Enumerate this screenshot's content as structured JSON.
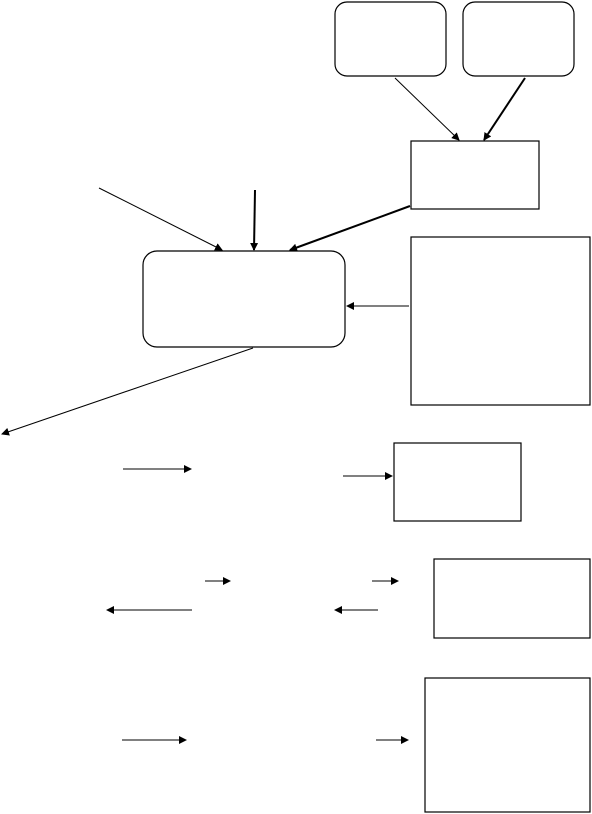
{
  "diagram": {
    "stroke_color": "#000000",
    "background_color": "#ffffff",
    "boxes": [
      {
        "id": "top-left-source-box",
        "shape": "rounded"
      },
      {
        "id": "top-right-source-box",
        "shape": "rounded"
      },
      {
        "id": "merge-box",
        "shape": "rectangle"
      },
      {
        "id": "central-process-box",
        "shape": "rounded"
      },
      {
        "id": "tall-right-box",
        "shape": "rectangle"
      },
      {
        "id": "step-box-1",
        "shape": "rectangle"
      },
      {
        "id": "step-box-2",
        "shape": "rectangle"
      },
      {
        "id": "step-box-3",
        "shape": "rectangle"
      }
    ],
    "arrows": [
      {
        "id": "arrow-top-left-to-merge",
        "from": "top-left-source-box",
        "to": "merge-box"
      },
      {
        "id": "arrow-top-right-to-merge",
        "from": "top-right-source-box",
        "to": "merge-box"
      },
      {
        "id": "arrow-merge-to-central",
        "from": "merge-box",
        "to": "central-process-box"
      },
      {
        "id": "arrow-diagonal-input-to-central",
        "from": "",
        "to": "central-process-box"
      },
      {
        "id": "arrow-vertical-input-to-central",
        "from": "",
        "to": "central-process-box"
      },
      {
        "id": "arrow-tall-box-to-central",
        "from": "tall-right-box",
        "to": "central-process-box"
      },
      {
        "id": "arrow-central-output",
        "from": "central-process-box",
        "to": ""
      },
      {
        "id": "arrow-row1-first",
        "from": "",
        "to": ""
      },
      {
        "id": "arrow-row1-to-box",
        "from": "",
        "to": "step-box-1"
      },
      {
        "id": "arrow-row2-short-first",
        "from": "",
        "to": ""
      },
      {
        "id": "arrow-row2-short-to-box",
        "from": "",
        "to": "step-box-2"
      },
      {
        "id": "arrow-row2-back-first",
        "from": "",
        "to": ""
      },
      {
        "id": "arrow-row2-back-second",
        "from": "",
        "to": ""
      },
      {
        "id": "arrow-row3-first",
        "from": "",
        "to": ""
      },
      {
        "id": "arrow-row3-to-box",
        "from": "",
        "to": "step-box-3"
      }
    ]
  }
}
